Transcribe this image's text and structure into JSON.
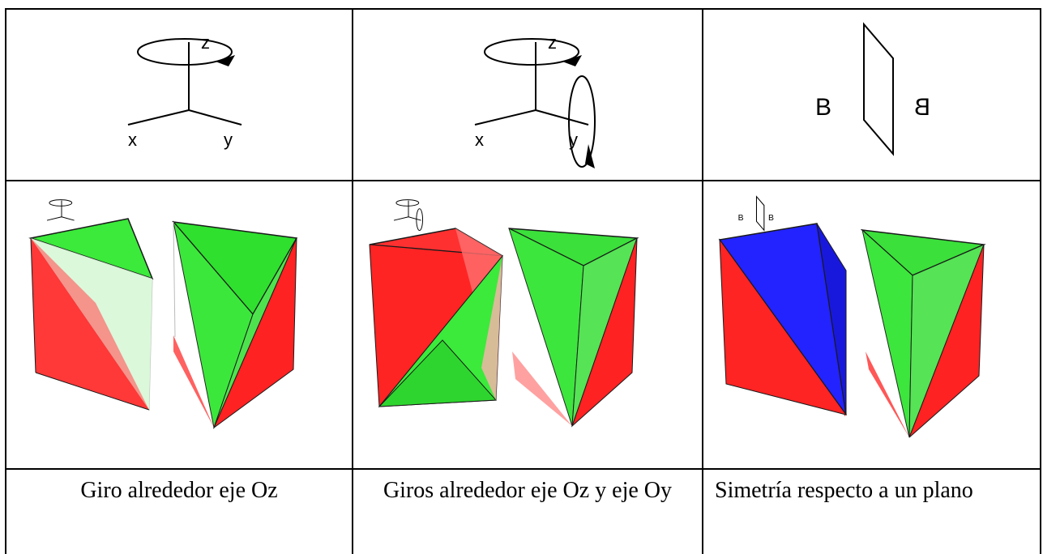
{
  "axes_labels": {
    "x": "x",
    "y": "y",
    "z": "z"
  },
  "mirror_letter": "B",
  "captions": [
    "Giro alrededor eje Oz",
    "Giros alrededor eje Oz y eje Oy",
    "Simetría respecto a un plano"
  ],
  "colors": {
    "red": "#ff1a1a",
    "green": "#22e022",
    "blue": "#1a1aff",
    "edge": "#1a1a1a"
  }
}
